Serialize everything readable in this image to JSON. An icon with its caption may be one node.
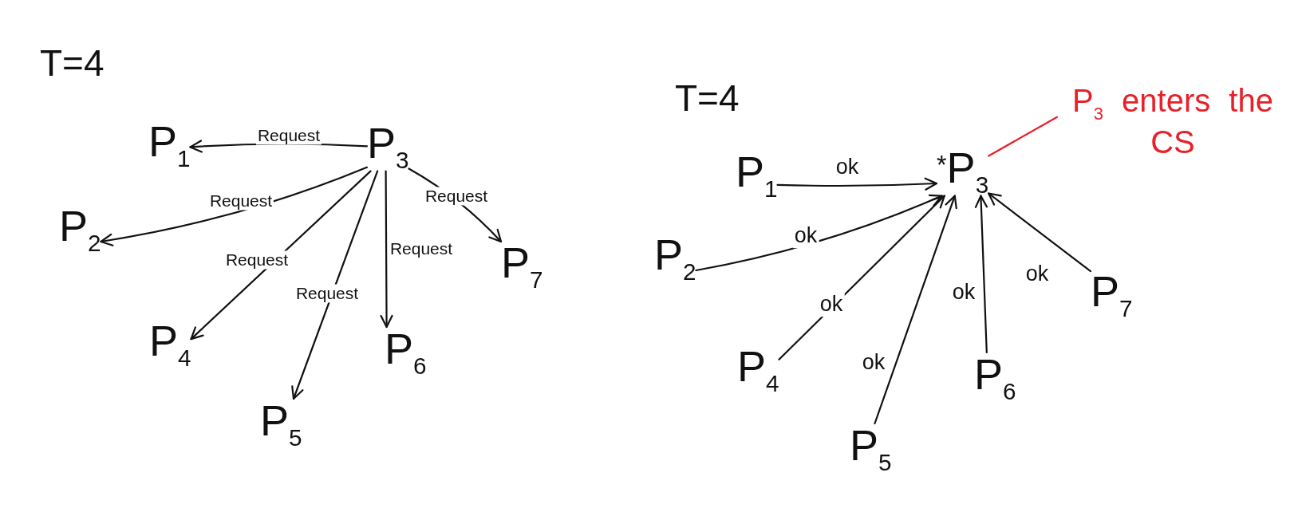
{
  "diagram": {
    "nodes": [
      {
        "text": [
          "P$_{1}$"
        ]
      },
      {
        "text": [
          "P$_{3}$"
        ]
      },
      {
        "text": [
          "P$_{2}$"
        ]
      },
      {
        "text": [
          "P$_{7}$"
        ]
      },
      {
        "text": [
          "P$_{4}$"
        ]
      },
      {
        "text": [
          "P$_{6}$"
        ]
      },
      {
        "text": [
          "P$_{5}$"
        ]
      },
      {
        "text": [
          "P$_{3}$ enters the CS"
        ]
      },
      {
        "text": [
          "$^{*}$P$_{3}$"
        ]
      },
      {
        "text": [
          "P$_{1}$"
        ]
      },
      {
        "text": [
          "P$_{2}$"
        ]
      },
      {
        "text": [
          "P$_{7}$"
        ]
      },
      {
        "text": [
          "P$_{4}$"
        ]
      },
      {
        "text": [
          "P$_{6}$"
        ]
      },
      {
        "text": [
          "P$_{5}$"
        ]
      }
    ],
    "edges": [
      {
        "from": 1,
        "to": 0,
        "arrow": "to",
        "label": "Request"
      },
      {
        "from": 1,
        "to": 2,
        "arrow": "to",
        "label": "Request"
      },
      {
        "from": 1,
        "to": 3,
        "arrow": "to",
        "label": "Request"
      },
      {
        "from": 1,
        "to": 4,
        "arrow": "to",
        "label": "Request"
      },
      {
        "from": 1,
        "to": 5,
        "arrow": "to",
        "label": "Request"
      },
      {
        "from": 1,
        "to": 6,
        "arrow": "to",
        "label": "Request"
      },
      {
        "from": 9,
        "to": 8,
        "arrow": "to",
        "label": "ok"
      },
      {
        "from": 10,
        "to": 8,
        "arrow": "to",
        "label": "ok"
      },
      {
        "from": 12,
        "to": 8,
        "arrow": "to",
        "label": "ok"
      },
      {
        "from": 14,
        "to": 8,
        "arrow": "to",
        "label": "ok"
      },
      {
        "from": 13,
        "to": 8,
        "arrow": "to",
        "label": "ok"
      },
      {
        "from": 11,
        "to": 8,
        "arrow": "to",
        "label": "ok"
      },
      {
        "from": 7,
        "to": 8,
        "arrow": "none",
        "color": "#e8202a"
      }
    ],
    "labels": [
      "T=4",
      "T=4"
    ]
  }
}
